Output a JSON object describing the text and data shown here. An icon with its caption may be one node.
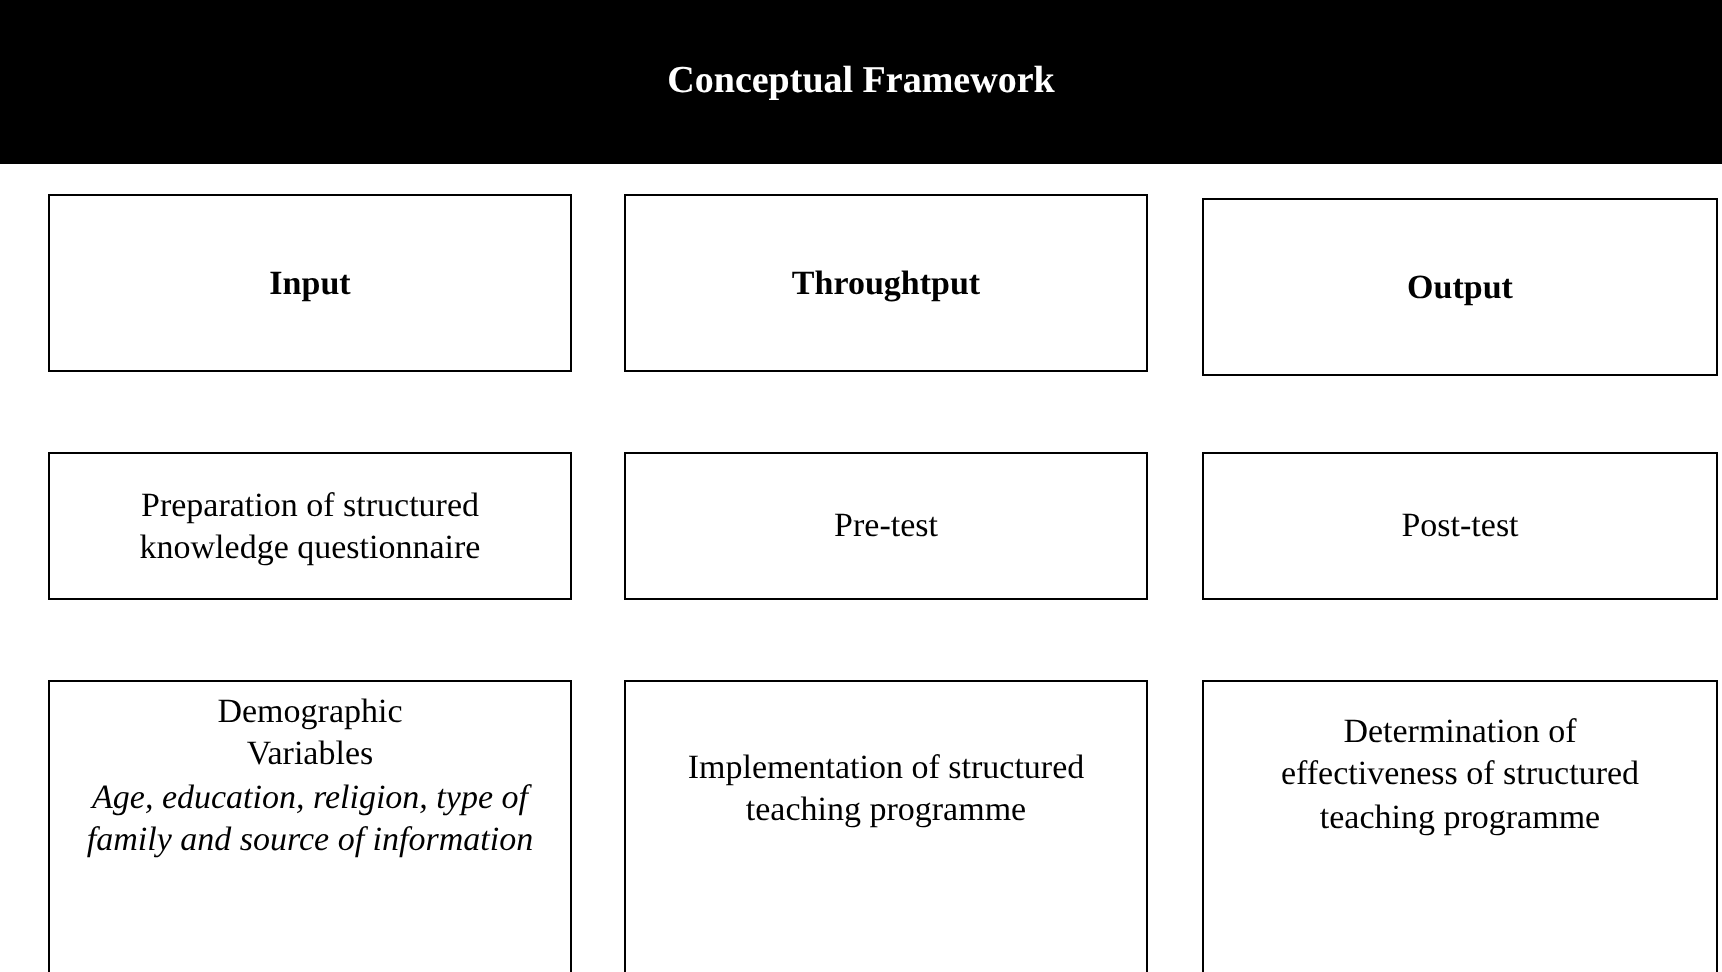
{
  "diagram": {
    "nodes": [
      {
        "text": [
          "Conceptual Framework"
        ]
      },
      {
        "text": [
          "Input"
        ]
      },
      {
        "text": [
          "Throughtput"
        ]
      },
      {
        "text": [
          "Output"
        ]
      },
      {
        "text": [
          "Preparation of structured knowledge questionnaire"
        ]
      },
      {
        "text": [
          "Pre-test"
        ]
      },
      {
        "text": [
          "Post-test"
        ]
      },
      {
        "text": [
          "Demographic Variables",
          "Age, education, religion, type of family and source of information"
        ]
      },
      {
        "text": [
          "Implementation of structured teaching programme"
        ]
      },
      {
        "text": [
          "Determination of effectiveness of structured teaching programme"
        ]
      }
    ]
  }
}
